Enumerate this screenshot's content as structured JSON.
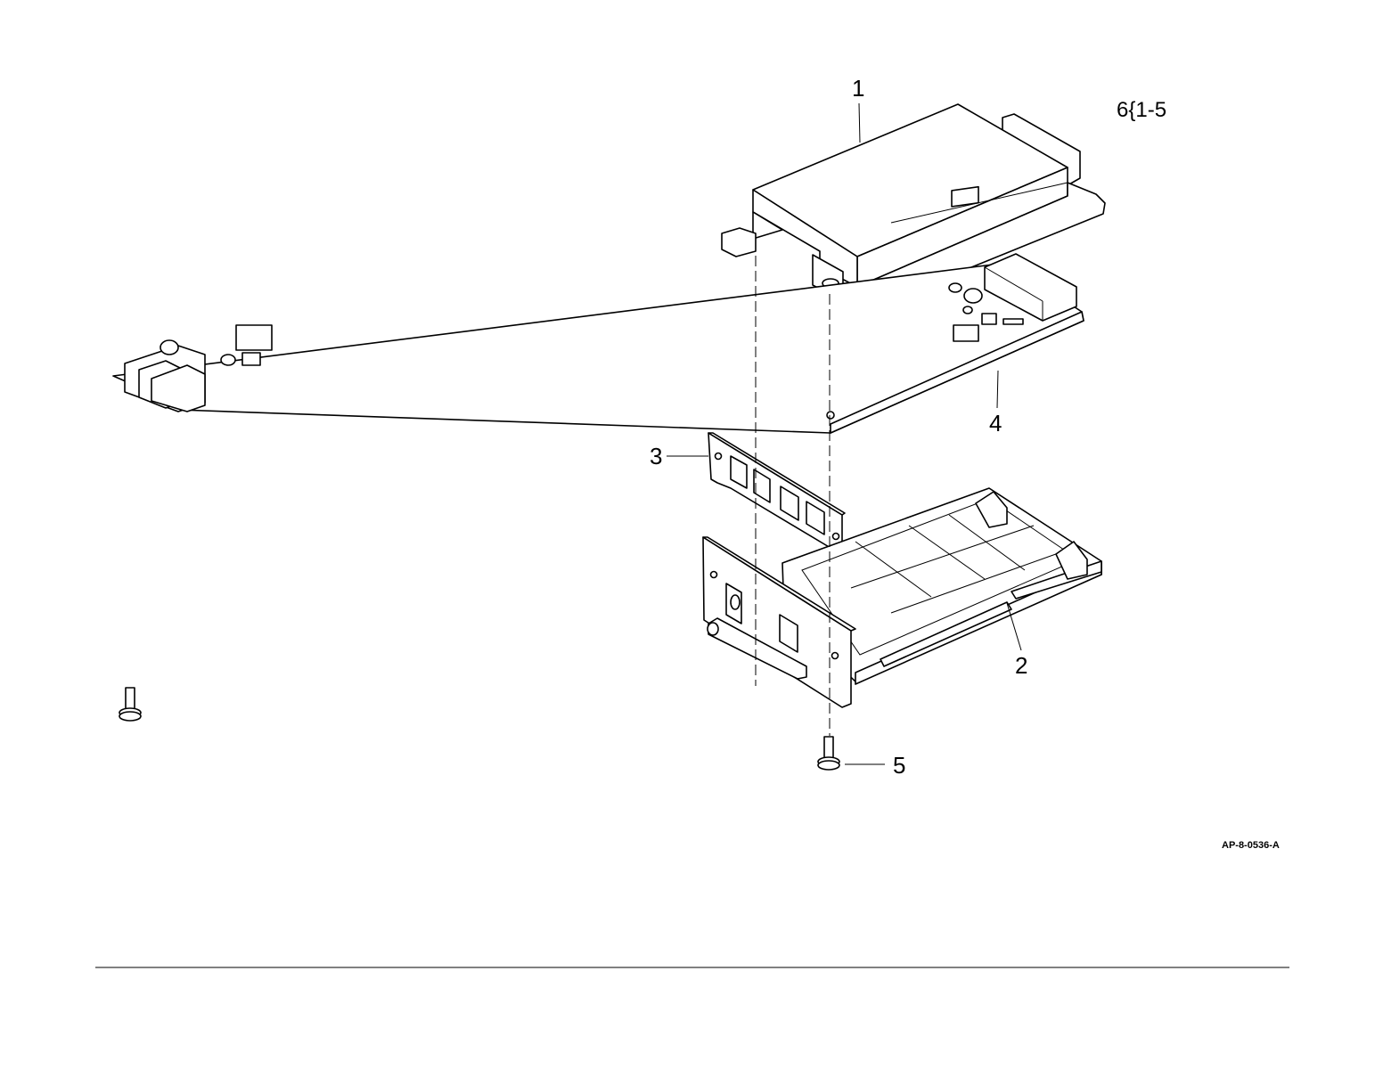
{
  "figure": {
    "reference_code": "6{1-5",
    "figure_id": "AP-8-0536-A",
    "callouts": {
      "cover": "1",
      "tray": "2",
      "bracket_plate": "3",
      "circuit_board": "4",
      "screw": "5"
    }
  },
  "colors": {
    "line": "#000000",
    "background": "#ffffff"
  }
}
